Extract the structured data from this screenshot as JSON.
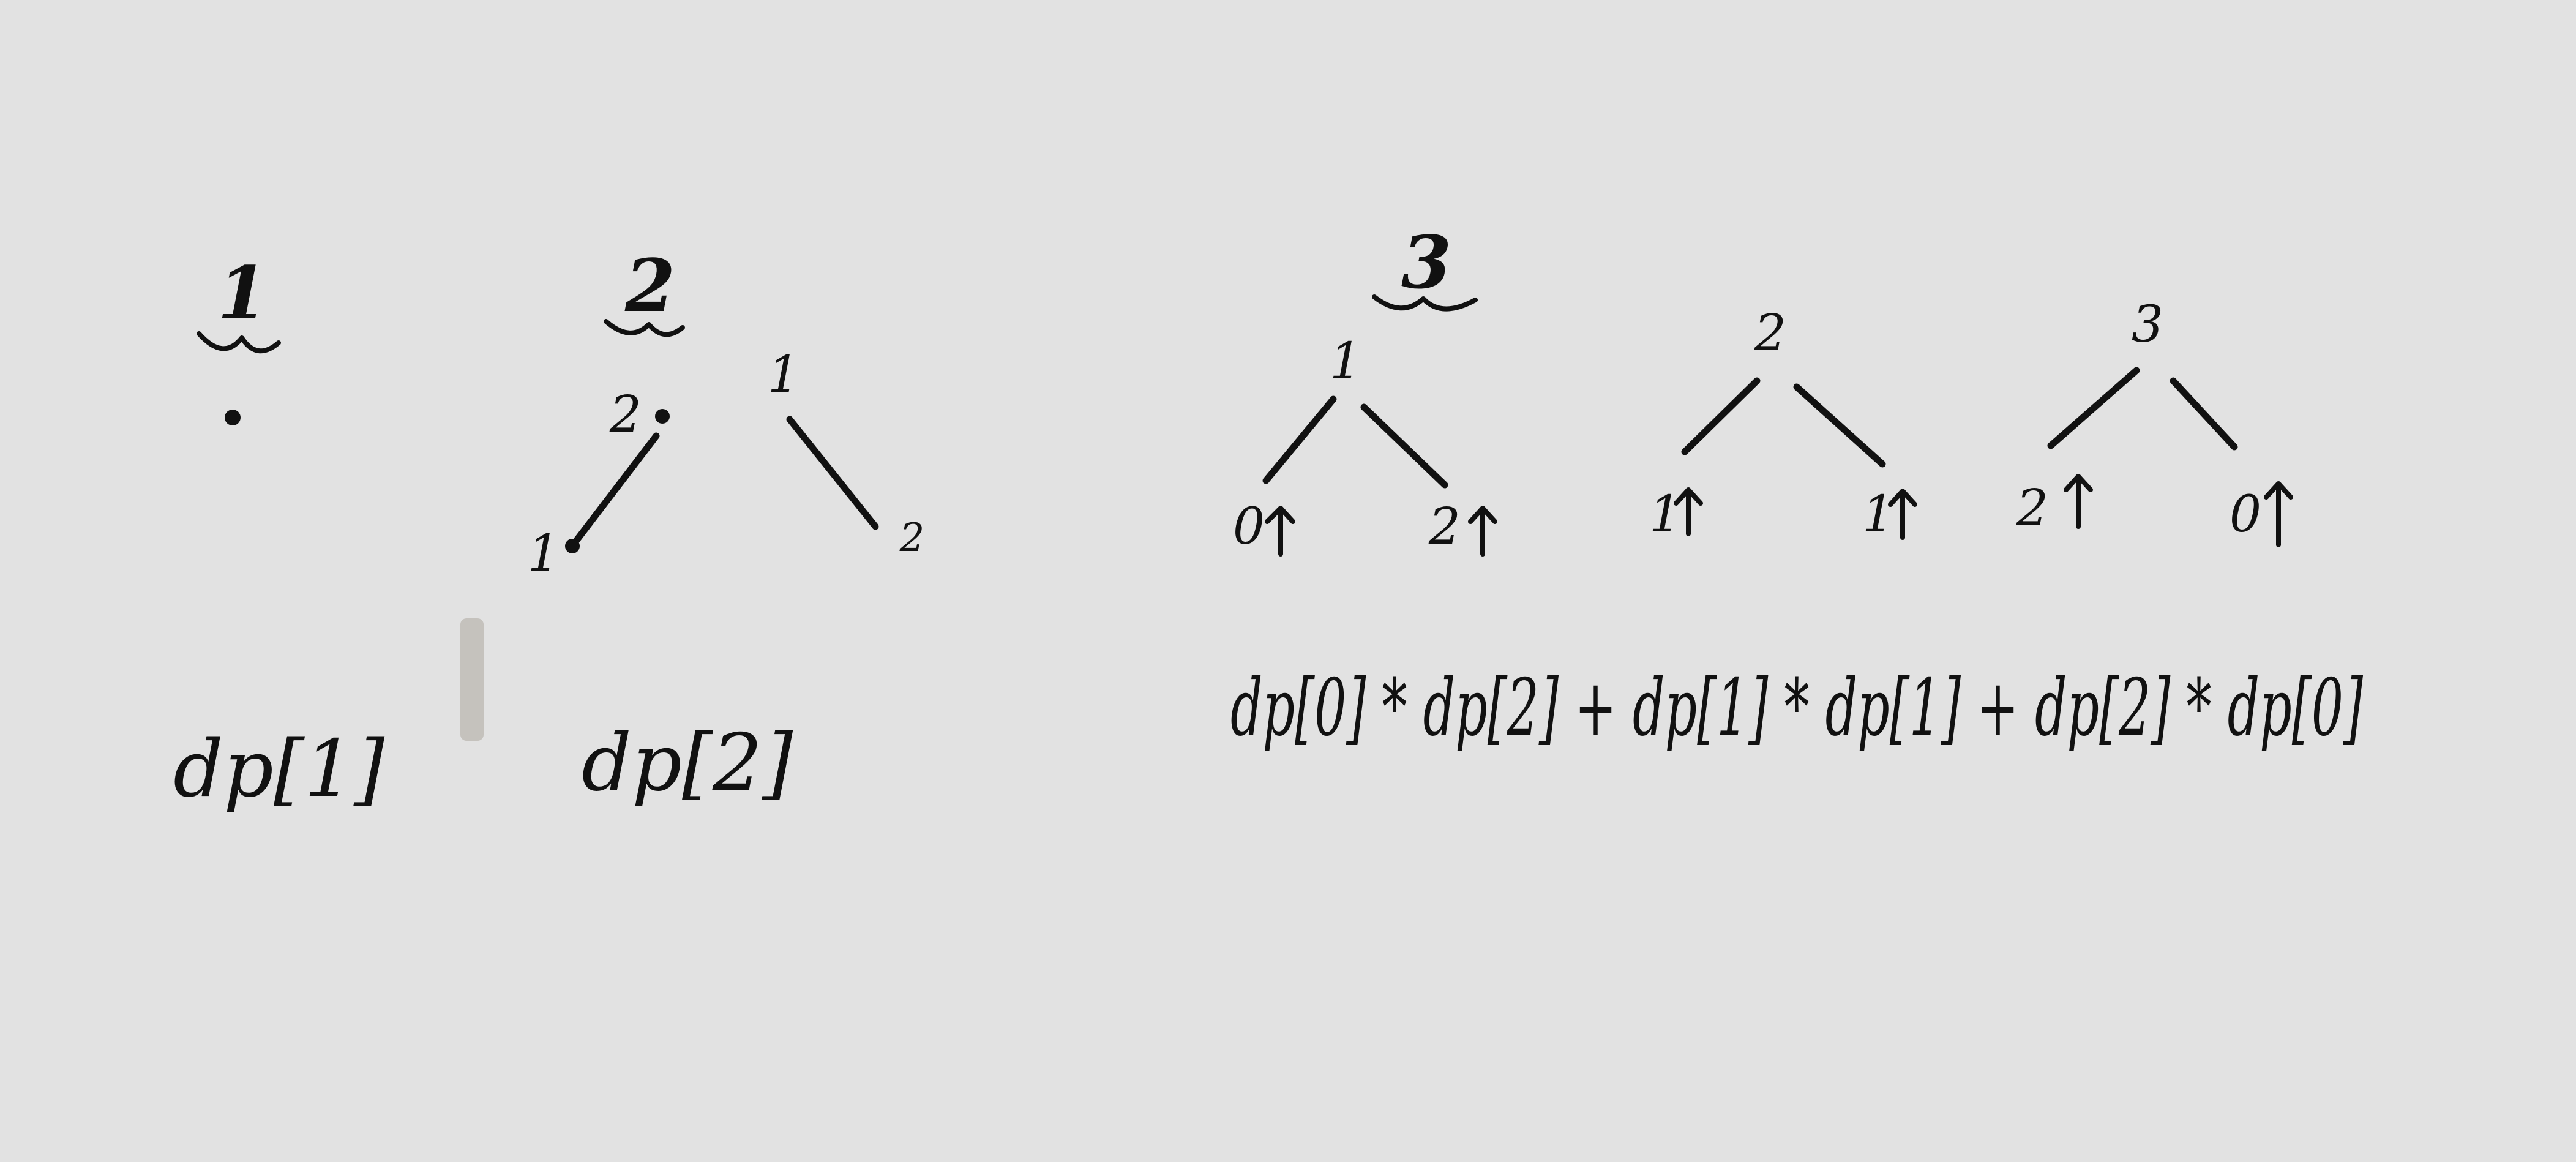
{
  "groups": [
    {
      "title": "1",
      "formula": "dp[1]"
    },
    {
      "title": "2",
      "trees": [
        {
          "root": "2",
          "child": "1"
        },
        {
          "root": "1",
          "child": "2"
        }
      ],
      "formula": "dp[2]"
    },
    {
      "title": "3",
      "trees": [
        {
          "root": "1",
          "left": "0",
          "right": "2"
        },
        {
          "root": "2",
          "left": "1",
          "right": "1"
        },
        {
          "root": "3",
          "left": "2",
          "right": "0"
        }
      ],
      "formula": "dp[0] * dp[2] + dp[1] * dp[1] + dp[2] * dp[0]"
    }
  ]
}
